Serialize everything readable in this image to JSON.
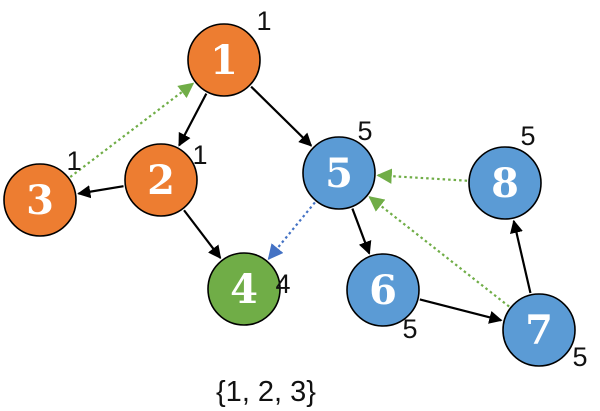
{
  "colors": {
    "orange": "#ED7D31",
    "blue": "#5B9BD5",
    "green": "#70AD47",
    "node_stroke": "#000000",
    "tree_edge": "#000000",
    "back_edge": "#70AD47",
    "cross_edge": "#4472C4"
  },
  "nodes": [
    {
      "id": "1",
      "label": "1",
      "low": "1",
      "color": "orange"
    },
    {
      "id": "2",
      "label": "2",
      "low": "1",
      "color": "orange"
    },
    {
      "id": "3",
      "label": "3",
      "low": "1",
      "color": "orange"
    },
    {
      "id": "4",
      "label": "4",
      "low": "4",
      "color": "green"
    },
    {
      "id": "5",
      "label": "5",
      "low": "5",
      "color": "blue"
    },
    {
      "id": "6",
      "label": "6",
      "low": "5",
      "color": "blue"
    },
    {
      "id": "7",
      "label": "7",
      "low": "5",
      "color": "blue"
    },
    {
      "id": "8",
      "label": "8",
      "low": "5",
      "color": "blue"
    }
  ],
  "edges": [
    {
      "from": "1",
      "to": "2",
      "style": "solid"
    },
    {
      "from": "1",
      "to": "5",
      "style": "solid"
    },
    {
      "from": "2",
      "to": "3",
      "style": "solid"
    },
    {
      "from": "2",
      "to": "4",
      "style": "solid"
    },
    {
      "from": "5",
      "to": "6",
      "style": "solid"
    },
    {
      "from": "6",
      "to": "7",
      "style": "solid"
    },
    {
      "from": "7",
      "to": "8",
      "style": "solid"
    },
    {
      "from": "3",
      "to": "1",
      "style": "dotted-green"
    },
    {
      "from": "8",
      "to": "5",
      "style": "dotted-green"
    },
    {
      "from": "7",
      "to": "5",
      "style": "dotted-green"
    },
    {
      "from": "5",
      "to": "4",
      "style": "dotted-blue"
    }
  ],
  "caption": "{1, 2, 3}"
}
